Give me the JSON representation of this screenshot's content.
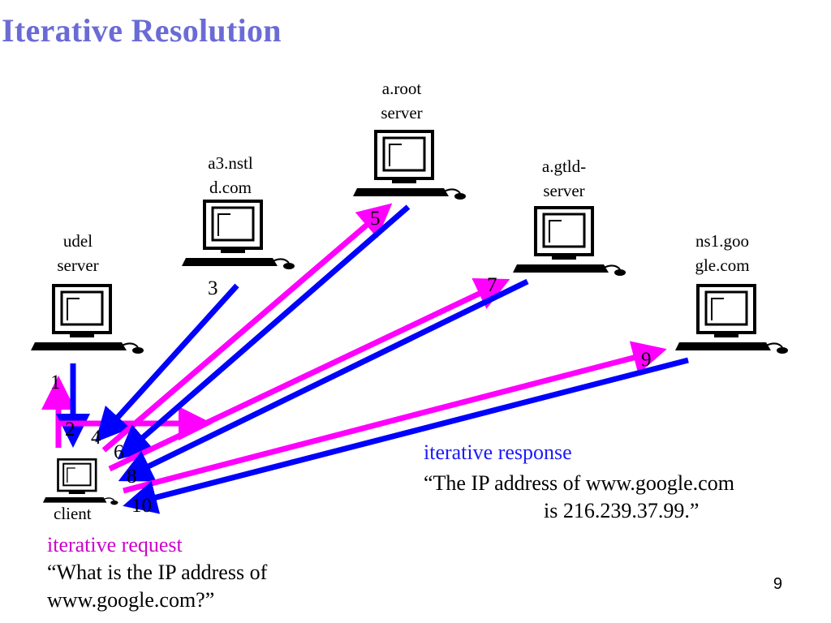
{
  "title": "Iterative Resolution",
  "hosts": {
    "root": "a.root\nserver",
    "nstld": "a3.nstl\nd.com",
    "gtld": "a.gtld-\nserver",
    "udel": "udel\nserver",
    "google": "ns1.goo\ngle.com",
    "client": "client"
  },
  "numbers": [
    "1",
    "2",
    "3",
    "4",
    "5",
    "6",
    "7",
    "8",
    "9",
    "10"
  ],
  "request": {
    "heading": "iterative request",
    "line1": "“What is the IP address of",
    "line2": "www.google.com?”"
  },
  "response": {
    "heading": "iterative response",
    "line1": "“The IP address of www.google.com",
    "line2": "is 216.239.37.99.”"
  },
  "page_number": "9",
  "colors": {
    "title": "#6b6bd6",
    "request": "#ff00ff",
    "response": "#0000ff"
  }
}
